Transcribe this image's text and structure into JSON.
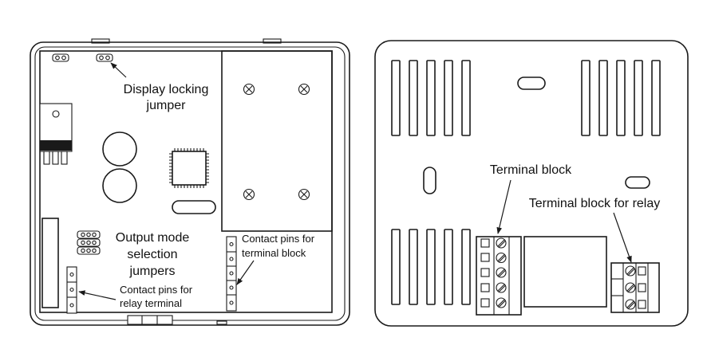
{
  "labels": {
    "display_locking_line1": "Display locking",
    "display_locking_line2": "jumper",
    "output_mode_line1": "Output mode",
    "output_mode_line2": "selection",
    "output_mode_line3": "jumpers",
    "contact_relay_line1": "Contact pins for",
    "contact_relay_line2": "relay terminal",
    "contact_block_line1": "Contact pins for",
    "contact_block_line2": "terminal block",
    "terminal_block": "Terminal block",
    "terminal_block_relay": "Terminal block for relay"
  }
}
